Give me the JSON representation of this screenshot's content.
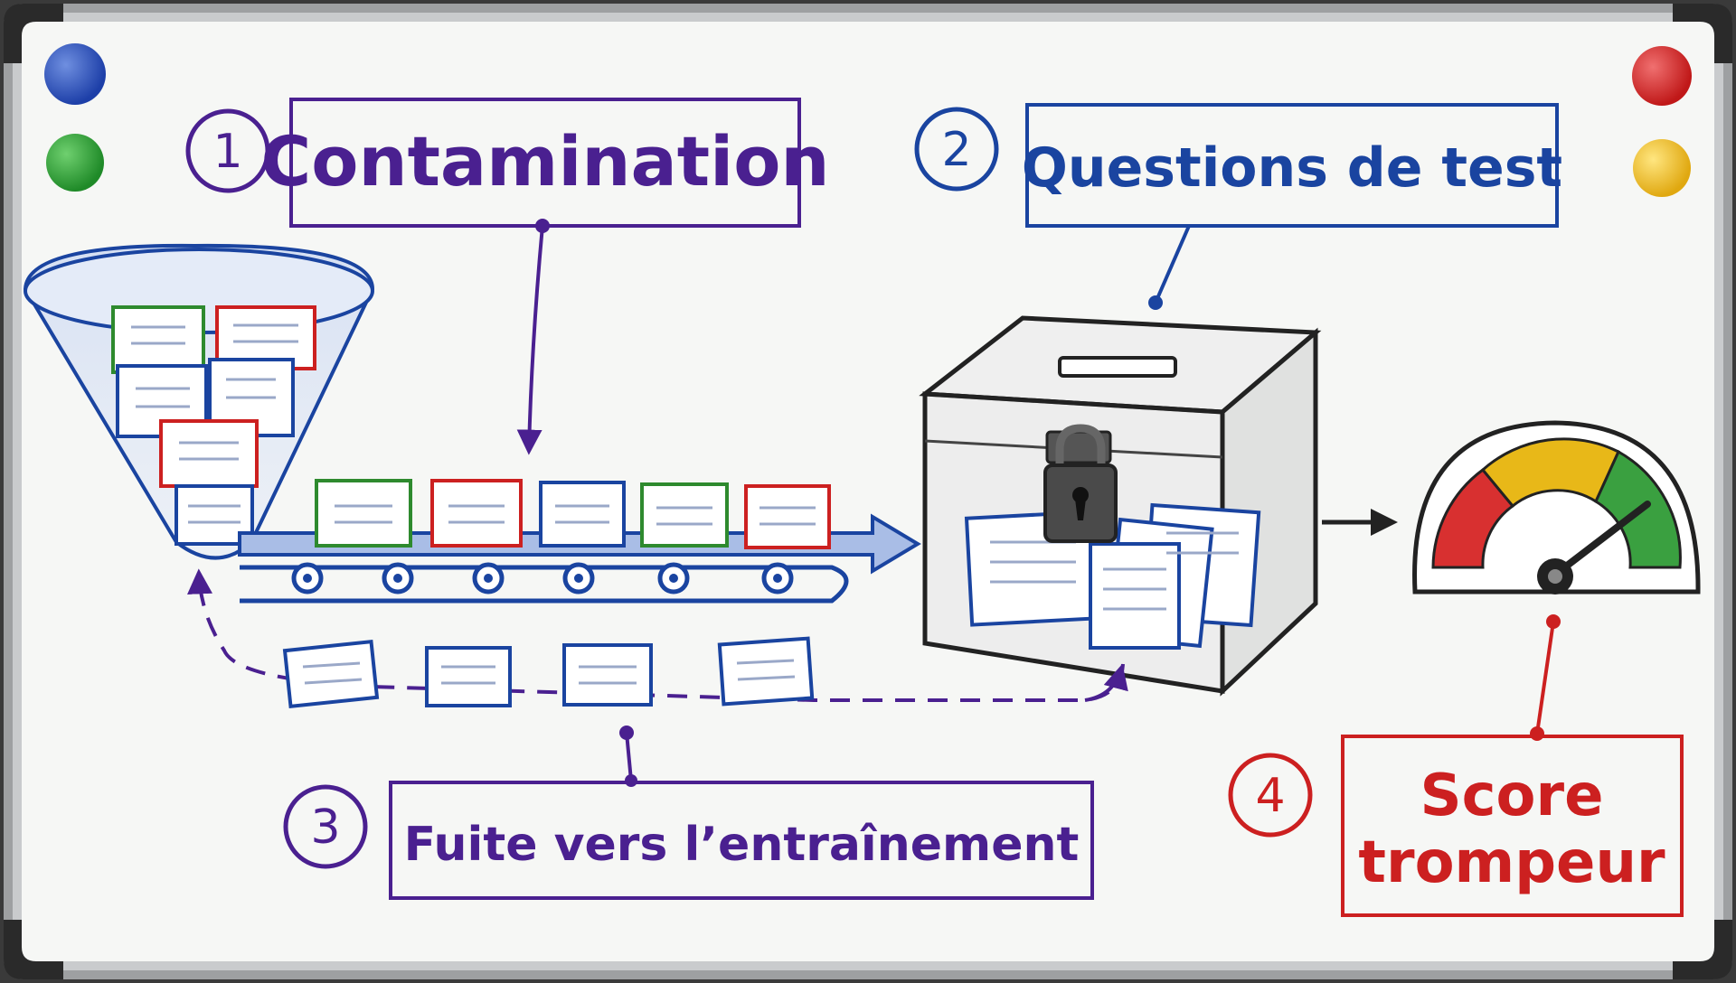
{
  "steps": [
    {
      "number": "1",
      "label": "Contamination",
      "color": "#4a2090"
    },
    {
      "number": "2",
      "label": "Questions de test",
      "color": "#1a44a0"
    },
    {
      "number": "3",
      "label": "Fuite vers l’entraînement",
      "color": "#4a2090"
    },
    {
      "number": "4",
      "label_line1": "Score",
      "label_line2": "trompeur",
      "color": "#cc2020"
    }
  ],
  "colors": {
    "purple": "#4a2090",
    "blue": "#1a44a0",
    "red": "#cc2020",
    "green": "#2e8a2e",
    "yellow": "#e8b818",
    "board": "#f6f7f5",
    "frame": "#a8aaac"
  },
  "icons": [
    "data-funnel-icon",
    "conveyor-belt-icon",
    "locked-test-box-icon",
    "padlock-icon",
    "score-gauge-icon",
    "magnet-icon"
  ]
}
